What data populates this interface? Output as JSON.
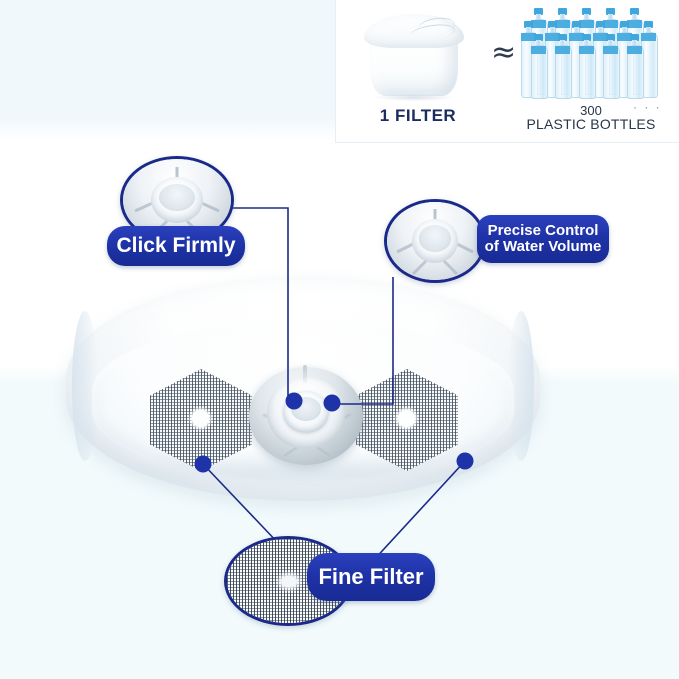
{
  "page": {
    "title": "Water Filter Pitcher Lid Feature Infographic",
    "accent_blue": "#1f33a8",
    "border_navy": "#1b2a8a",
    "bg_tint": "#f0f8fc"
  },
  "compare_card": {
    "filter_label": "1 FILTER",
    "equivalence_symbol": "≈",
    "bottles_count": "300",
    "bottles_label": "PLASTIC BOTTLES",
    "ellipsis": "· · ·",
    "filter_icon": "water-filter-cartridge-icon",
    "bottles_icon": "plastic-bottles-icon"
  },
  "callouts": [
    {
      "id": "click-firmly",
      "label": "Click Firmly",
      "magnifier": "valve-closeup",
      "marker_color": "#1f33a8"
    },
    {
      "id": "precise-control",
      "label": "Precise Control\nof Water Volume",
      "label_line1": "Precise Control",
      "label_line2": "of Water Volume",
      "magnifier": "valve-closeup",
      "marker_color": "#1f33a8"
    },
    {
      "id": "fine-filter",
      "label": "Fine Filter",
      "magnifier": "mesh-closeup",
      "marker_color": "#1f33a8"
    }
  ],
  "product": {
    "name": "pitcher-lid",
    "parts": [
      "hex-mesh-filter-left",
      "hex-mesh-filter-right",
      "center-valve-button"
    ]
  }
}
